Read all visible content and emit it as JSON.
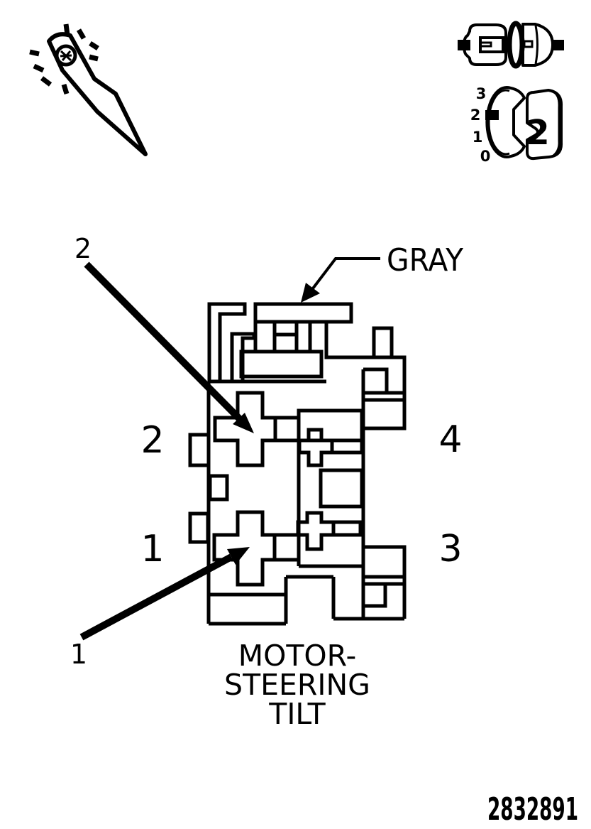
{
  "page": {
    "background": "#ffffff",
    "ink": "#000000"
  },
  "probe_tool": {
    "icon": "test-probe-icon"
  },
  "connector_pair": {
    "icon": "connector-pair-icon"
  },
  "terminal_gauge": {
    "icon": "terminal-count-gauge-icon",
    "tick_3": "3",
    "tick_2": "2",
    "tick_1": "1",
    "tick_0": "0",
    "value": "2"
  },
  "connector": {
    "color_label": "GRAY",
    "leader_2": "2",
    "leader_1": "1",
    "pin_2": "2",
    "pin_4": "4",
    "pin_1": "1",
    "pin_3": "3",
    "name_line_1": "MOTOR-",
    "name_line_2": "STEERING",
    "name_line_3": "TILT"
  },
  "footer": {
    "part_number": "2832891"
  }
}
